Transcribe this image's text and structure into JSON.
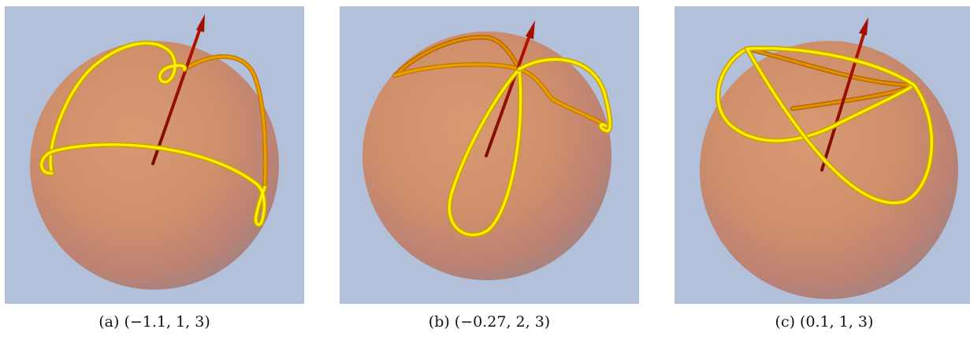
{
  "figure": {
    "background_color": "#b2c0da",
    "sphere_color": "#d4906a",
    "curve_color": "#f5e000",
    "arrow_color": "#9a0e00",
    "panels": [
      {
        "caption": "(a) (−1.1, 1, 3)"
      },
      {
        "caption": "(b) (−0.27, 2, 3)"
      },
      {
        "caption": "(c) (0.1, 1, 3)"
      }
    ]
  }
}
